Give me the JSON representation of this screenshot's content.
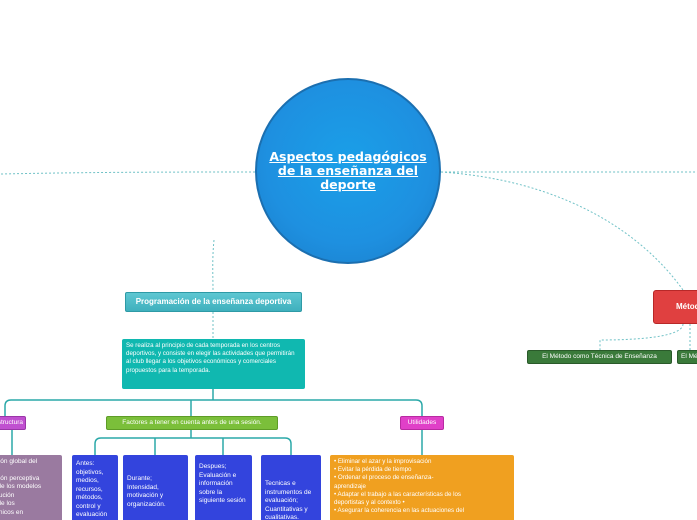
{
  "central": {
    "title": "Aspectos pedagógicos de la enseñanza del deporte"
  },
  "programacion": {
    "title": "Programación de la enseñanza deportiva",
    "description": "Se realiza al principio de cada temporada en los centros deportivos, y consiste en elegir las actividades que permitirán al club llegar a los objetivos económicos y comerciales propuestos para la temporada."
  },
  "estructura": {
    "label": "Estructura"
  },
  "estructura_detail": {
    "lines": [
      "ación global del",
      "",
      "ación perceptiva",
      "a de los modelos",
      "ecución",
      "n de los",
      "écnicos en"
    ]
  },
  "factores": {
    "label": "Factores a tener en cuenta antes de una sesión.",
    "antes": "Antes: objetivos, medios, recursos, métodos, control y evaluación",
    "durante": "Durante; Intensidad, motivación y organización.",
    "despues": "Despues; Evaluación e información sobre la siguiente sesión",
    "tecnicas": "Tecnicas e instrumentos de evaluación; Cuantitativas y cualitativas."
  },
  "utilidades": {
    "label": "Utilidades",
    "items": [
      "•      Eliminar el azar y la improvisación",
      "•      Evitar la pérdida de tiempo",
      "•      Ordenar el proceso de enseñanza-",
      "aprendizaje",
      "•      Adaptar el trabajo a las características de los",
      "deportistas y al contexto •",
      "•      Asegurar la coherencia en las actuaciones del"
    ]
  },
  "metodos": {
    "title": "Métodos",
    "tecnica": "El Método como Técnica de Enseñanza",
    "tecnica2": "El Método"
  }
}
